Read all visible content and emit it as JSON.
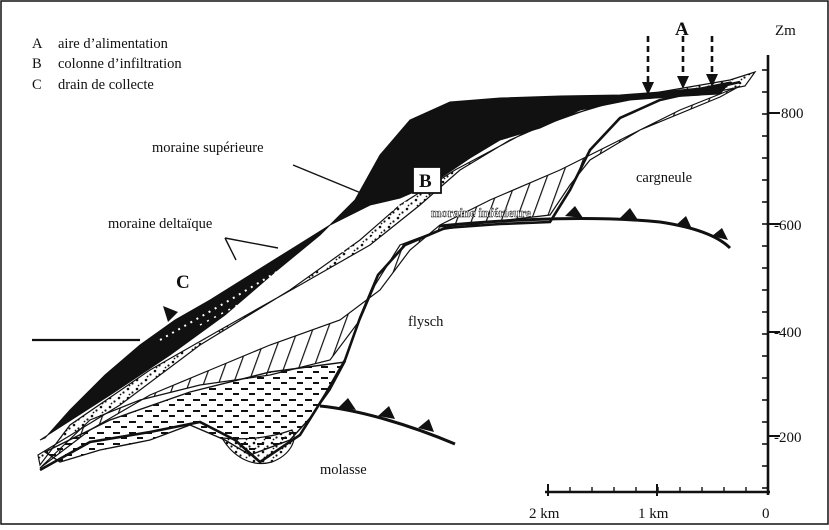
{
  "legend": [
    {
      "key": "A",
      "text": "aire d’alimentation"
    },
    {
      "key": "B",
      "text": "colonne d’infiltration"
    },
    {
      "key": "C",
      "text": "drain de collecte"
    }
  ],
  "markers": {
    "a": "A",
    "b": "B",
    "c": "C"
  },
  "labels": {
    "moraine_superieure": "moraine supérieure",
    "moraine_deltaique": "moraine deltaïque",
    "moraine_inferieure": "moraine inférieure",
    "cargneule": "cargneule",
    "flysch": "flysch",
    "molasse": "molasse"
  },
  "vertical_axis": {
    "title": "Zm",
    "ticks": [
      "800",
      "-600",
      "-400",
      "-200"
    ]
  },
  "horizontal_axis": {
    "ticks": [
      "2 km",
      "1 km",
      "0"
    ]
  },
  "colors": {
    "ink": "#111111",
    "background": "#ffffff"
  }
}
